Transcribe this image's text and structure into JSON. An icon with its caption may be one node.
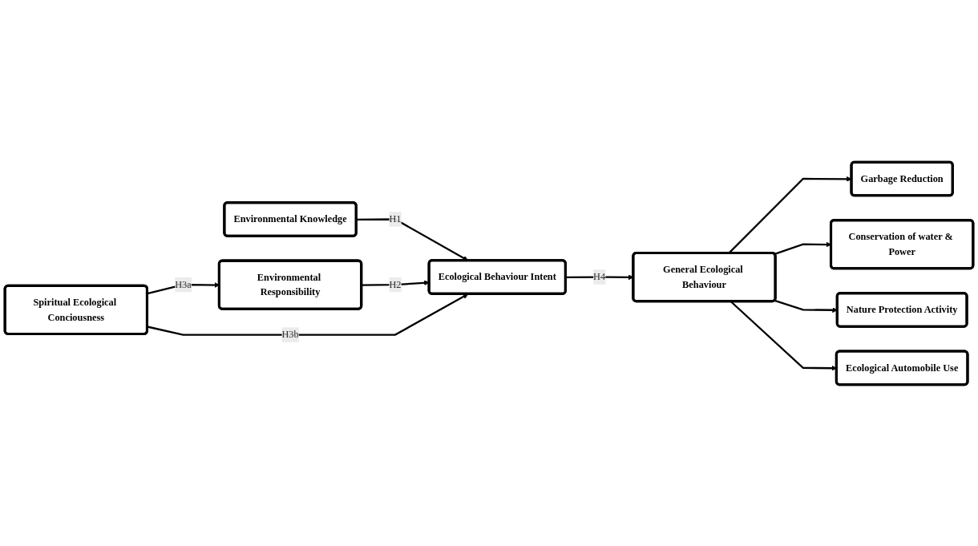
{
  "diagram": {
    "nodes": [
      {
        "text": [
          "Environmental Knowledge"
        ]
      },
      {
        "text": [
          "Environmental Responsibility"
        ]
      },
      {
        "text": [
          "Spiritual Ecological Conciousness"
        ]
      },
      {
        "text": [
          "Ecological Behaviour Intent"
        ]
      },
      {
        "text": [
          "General Ecological Behaviour"
        ]
      },
      {
        "text": [
          "Garbage Reduction"
        ]
      },
      {
        "text": [
          "Conservation of water & Power"
        ]
      },
      {
        "text": [
          "Nature Protection Activity"
        ]
      },
      {
        "text": [
          "Ecological Automobile Use"
        ]
      }
    ],
    "edges": [
      {
        "from": 0,
        "to": 3,
        "arrow": "to",
        "label": "H1"
      },
      {
        "from": 1,
        "to": 3,
        "arrow": "to",
        "label": "H2"
      },
      {
        "from": 2,
        "to": 1,
        "arrow": "to",
        "label": "H3a"
      },
      {
        "from": 2,
        "to": 3,
        "arrow": "to",
        "label": "H3b"
      },
      {
        "from": 3,
        "to": 4,
        "arrow": "to",
        "label": "H4"
      },
      {
        "from": 4,
        "to": 5,
        "arrow": "to"
      },
      {
        "from": 4,
        "to": 6,
        "arrow": "to"
      },
      {
        "from": 4,
        "to": 7,
        "arrow": "to"
      },
      {
        "from": 4,
        "to": 8,
        "arrow": "to"
      }
    ]
  }
}
